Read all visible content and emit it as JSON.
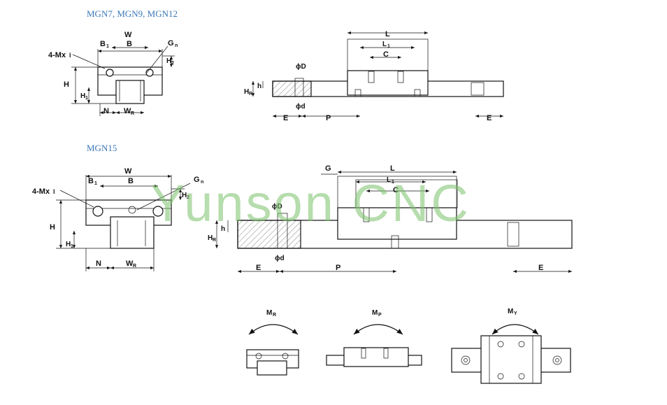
{
  "captions": {
    "small_series": "MGN7, MGN9, MGN12",
    "large_series": "MGN15"
  },
  "watermark": "Yunson CNC",
  "labels": {
    "W": "W",
    "B": "B",
    "B1": "B",
    "B1_sub": "1",
    "G": "G",
    "G_sub": "n",
    "G_top": "G",
    "four_m": "4-Mx",
    "four_m_l": "l",
    "H": "H",
    "H1": "H",
    "H1_sub": "1",
    "H2": "H",
    "H2_sub": "2",
    "H_R": "H",
    "H_R_sub": "R",
    "h": "h",
    "N": "N",
    "W_R": "W",
    "W_R_sub": "R",
    "L": "L",
    "L1": "L",
    "L1_sub": "1",
    "C": "C",
    "D": "ϕD",
    "d": "ϕd",
    "E": "E",
    "P": "P",
    "M_R": "M",
    "M_R_sub": "R",
    "M_P": "M",
    "M_P_sub": "P",
    "M_Y": "M",
    "M_Y_sub": "Y"
  }
}
